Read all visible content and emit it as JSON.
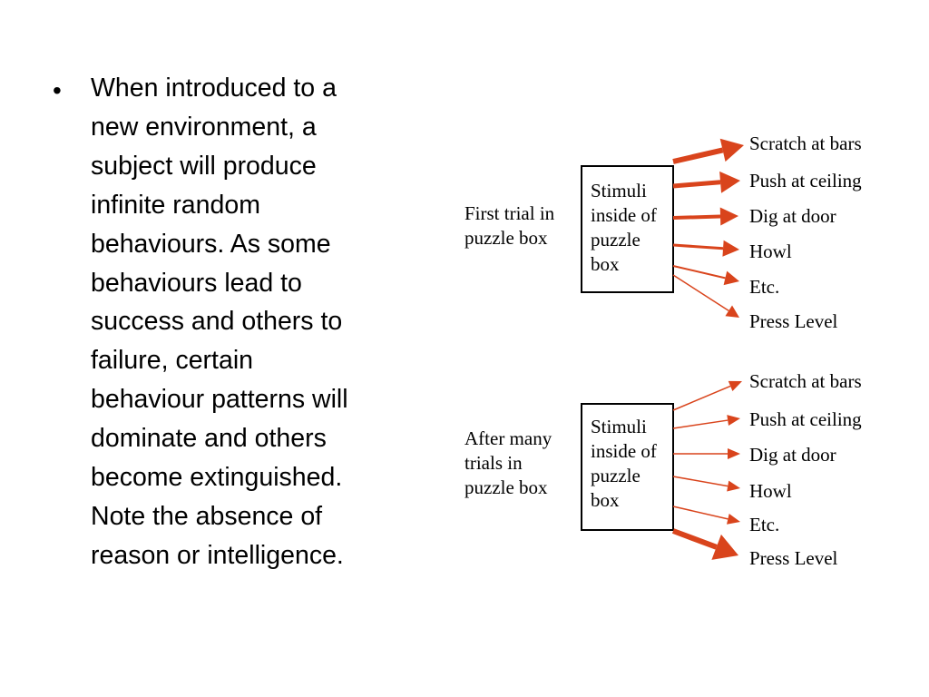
{
  "bullet": {
    "text": "When introduced to a\nnew environment, a\nsubject will produce\ninfinite random\nbehaviours. As some\nbehaviours lead to\nsuccess and others to\nfailure, certain\nbehaviour patterns will\ndominate and others\nbecome extinguished.\nNote the absence of\nreason or intelligence."
  },
  "diagram": {
    "arrow_color": "#d9441c",
    "first_trial": {
      "label": [
        "First trial in",
        "puzzle box"
      ],
      "box": [
        "Stimuli",
        "inside of",
        "puzzle",
        "box"
      ],
      "behaviours": [
        "Scratch at bars",
        "Push at ceiling",
        "Dig at door",
        "Howl",
        "Etc.",
        "Press Level"
      ]
    },
    "after_trials": {
      "label": [
        "After many",
        "trials in",
        "puzzle box"
      ],
      "box": [
        "Stimuli",
        "inside of",
        "puzzle",
        "box"
      ],
      "behaviours": [
        "Scratch at bars",
        "Push at ceiling",
        "Dig at door",
        "Howl",
        "Etc.",
        "Press Level"
      ]
    }
  }
}
